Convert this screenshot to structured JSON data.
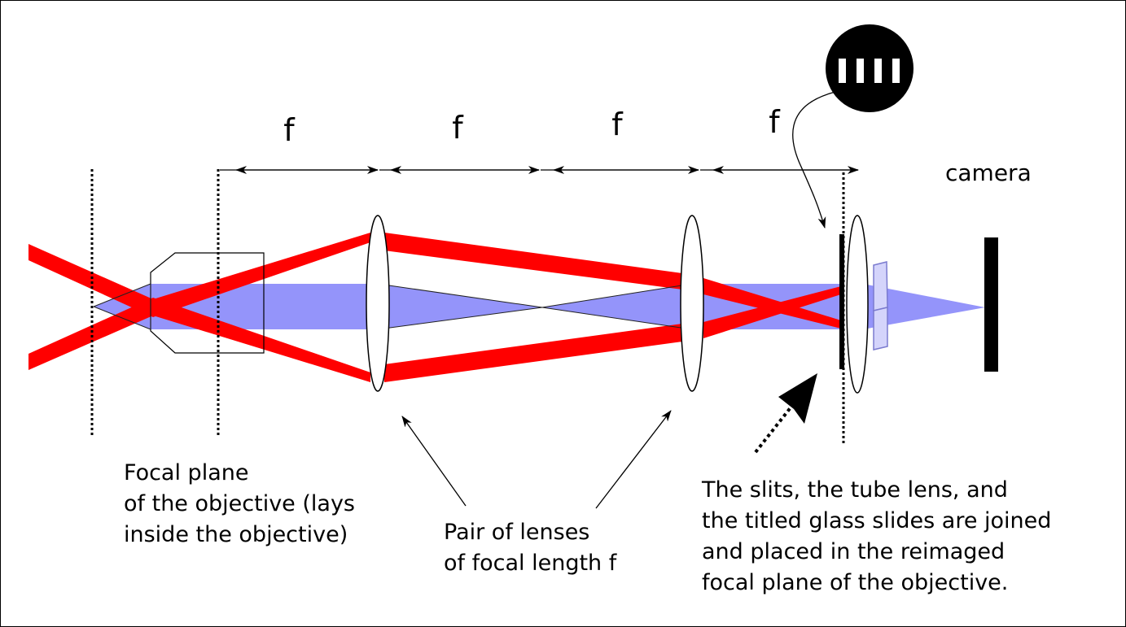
{
  "labels": {
    "focal_length_markers": [
      "f",
      "f",
      "f",
      "f"
    ],
    "camera": "camera",
    "focal_plane_caption": [
      "Focal plane",
      "of the objective (lays",
      "inside the objective)"
    ],
    "lens_pair_caption": [
      "Pair of lenses",
      "of focal length f"
    ],
    "slits_caption": [
      "The slits, the tube lens, and",
      "the titled glass slides are joined",
      "and placed in the reimaged",
      "focal plane of the objective."
    ]
  },
  "colors": {
    "blue_beam": "#9494fa",
    "red_beam": "#ff0000",
    "glass_slide": "#d4d4fb",
    "glass_slide_edge": "#7b7bcf",
    "ink": "#000000"
  }
}
